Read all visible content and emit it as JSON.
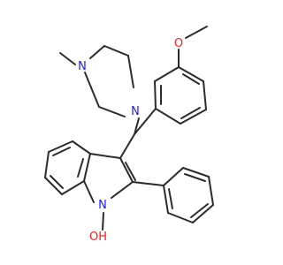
{
  "colors": {
    "bond": "#2b2b2b",
    "carbon_text": "#1f1f1f",
    "nitrogen": "#1a1aff",
    "oxygen": "#ff1a1a",
    "background": "#ffffff"
  },
  "atoms": {
    "methoxy_oxygen": "O",
    "piperazine_n_methyl": "N",
    "piperazine_n_link": "N",
    "indole_nitrogen": "N",
    "hydroxyl_oxygen": "O",
    "hydroxyl_hydrogen": "H"
  }
}
